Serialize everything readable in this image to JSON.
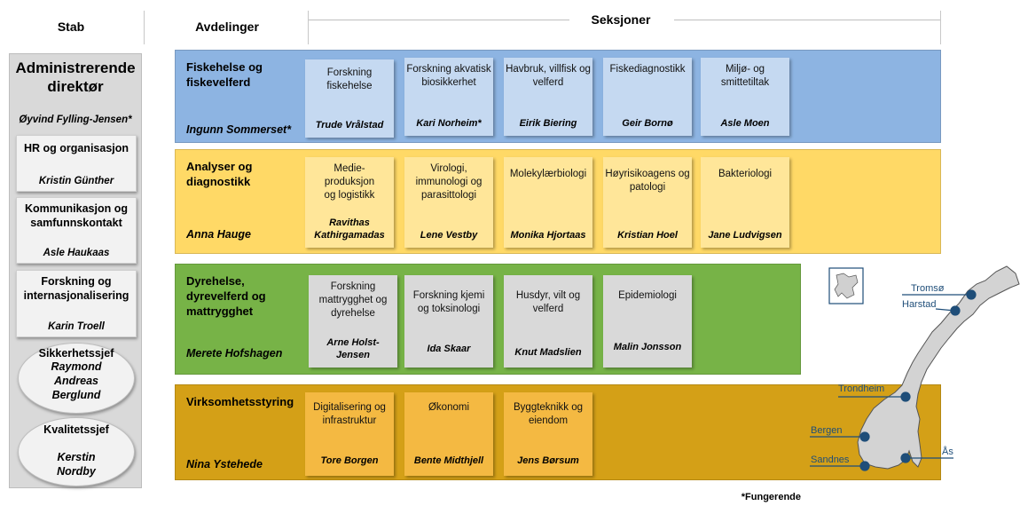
{
  "headers": {
    "stab": "Stab",
    "avdelinger": "Avdelinger",
    "seksjoner": "Seksjoner"
  },
  "stab": {
    "ceo_title": "Administrerende direktør",
    "ceo_name": "Øyvind Fylling-Jensen*",
    "units": [
      {
        "title": "HR og organisasjon",
        "name": "Kristin Günther"
      },
      {
        "title": "Kommunikasjon og samfunnskontakt",
        "name": "Asle Haukaas"
      },
      {
        "title": "Forskning og internasjonalisering",
        "name": "Karin Troell"
      }
    ],
    "roles": [
      {
        "title": "Sikkerhetssjef",
        "name": "Raymond Andreas Berglund"
      },
      {
        "title": "Kvalitetssjef",
        "name": "Kerstin Nordby"
      }
    ]
  },
  "departments": [
    {
      "title": "Fiskehelse og fiskevelferd",
      "head": "Ingunn Sommerset*",
      "color": "#8db4e2",
      "section_color": "#c5d9f1",
      "sections": [
        {
          "title": "Forskning fiskehelse",
          "name": "Trude Vrålstad"
        },
        {
          "title": "Forskning akvatisk biosikkerhet",
          "name": "Kari Norheim*"
        },
        {
          "title": "Havbruk, villfisk og velferd",
          "name": "Eirik Biering"
        },
        {
          "title": "Fiskediagnostikk",
          "name": "Geir Bornø"
        },
        {
          "title": "Miljø- og smittetiltak",
          "name": "Asle Moen"
        }
      ]
    },
    {
      "title": "Analyser og diagnostikk",
      "head": "Anna Hauge",
      "color": "#ffd966",
      "section_color": "#ffe699",
      "sections": [
        {
          "title": "Medie-produksjon og logistikk",
          "name": "Ravithas Kathirgamadas"
        },
        {
          "title": "Virologi, immunologi og parasittologi",
          "name": "Lene Vestby"
        },
        {
          "title": "Molekylærbiologi",
          "name": "Monika Hjortaas"
        },
        {
          "title": "Høyrisikoagens og patologi",
          "name": "Kristian Hoel"
        },
        {
          "title": "Bakteriologi",
          "name": "Jane Ludvigsen"
        }
      ]
    },
    {
      "title": "Dyrehelse, dyrevelferd og mattrygghet",
      "head": "Merete Hofshagen",
      "color": "#77b347",
      "section_color": "#d9d9d9",
      "sections": [
        {
          "title": "Forskning mattrygghet og dyrehelse",
          "name": "Arne Holst-Jensen"
        },
        {
          "title": "Forskning kjemi og toksinologi",
          "name": "Ida Skaar"
        },
        {
          "title": "Husdyr, vilt og velferd",
          "name": "Knut Madslien"
        },
        {
          "title": "Epidemiologi",
          "name": "Malin Jonsson"
        }
      ]
    },
    {
      "title": "Virksomhetsstyring",
      "head": "Nina Ystehede",
      "color": "#d4a017",
      "section_color": "#f4b942",
      "sections": [
        {
          "title": "Digitalisering og infrastruktur",
          "name": "Tore Borgen"
        },
        {
          "title": "Økonomi",
          "name": "Bente Midthjell"
        },
        {
          "title": "Byggteknikk og eiendom",
          "name": "Jens Børsum"
        }
      ]
    }
  ],
  "map": {
    "locations": [
      "Tromsø",
      "Harstad",
      "Trondheim",
      "Bergen",
      "Sandnes",
      "Ås"
    ],
    "marker_color": "#1f4e79"
  },
  "footnote": "*Fungerende"
}
